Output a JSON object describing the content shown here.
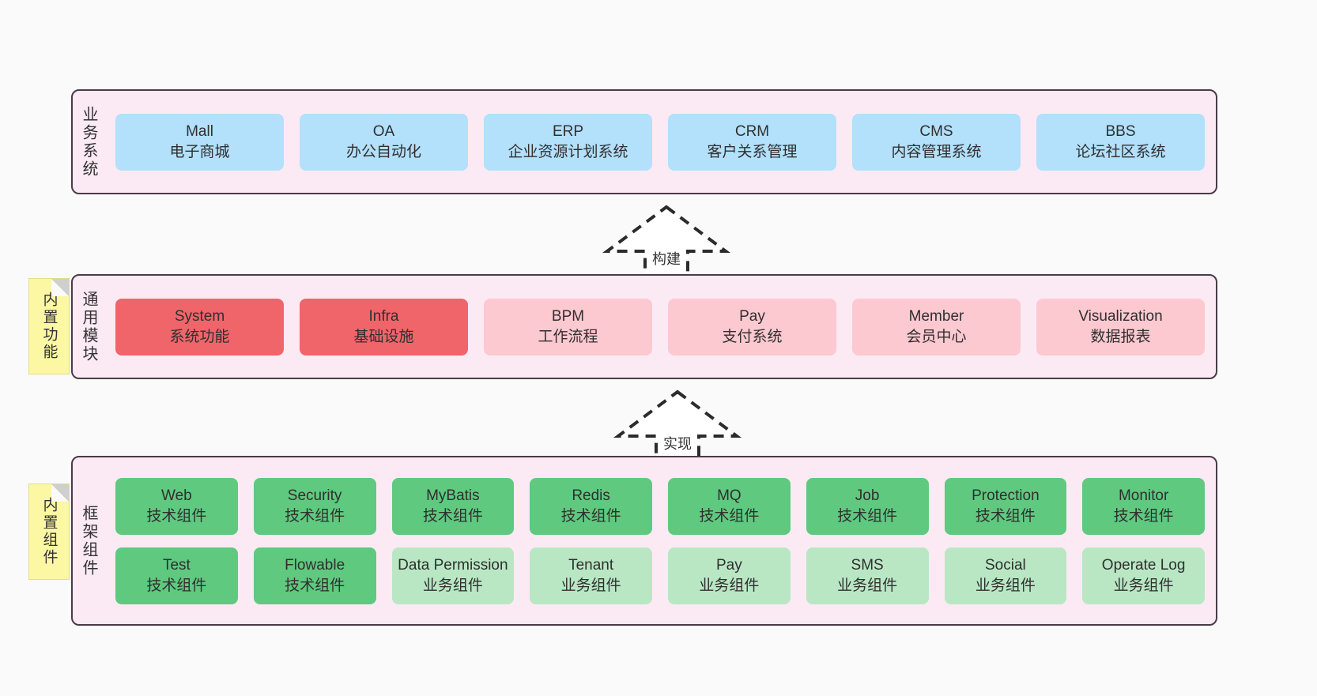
{
  "diagram": {
    "title": "",
    "background": "#fafafa",
    "layers": [
      {
        "key": "business",
        "title": "业务系统",
        "panel_bg": "#fbeaf4",
        "items": [
          {
            "en": "Mall",
            "cn": "电子商城",
            "color": "#b3e0fb"
          },
          {
            "en": "OA",
            "cn": "办公自动化",
            "color": "#b3e0fb"
          },
          {
            "en": "ERP",
            "cn": "企业资源计划系统",
            "color": "#b3e0fb"
          },
          {
            "en": "CRM",
            "cn": "客户关系管理",
            "color": "#b3e0fb"
          },
          {
            "en": "CMS",
            "cn": "内容管理系统",
            "color": "#b3e0fb"
          },
          {
            "en": "BBS",
            "cn": "论坛社区系统",
            "color": "#b3e0fb"
          }
        ]
      },
      {
        "key": "common",
        "title": "通用模块",
        "panel_bg": "#fbeaf4",
        "note": "内置功能",
        "items": [
          {
            "en": "System",
            "cn": "系统功能",
            "color": "#f0656a"
          },
          {
            "en": "Infra",
            "cn": "基础设施",
            "color": "#f0656a"
          },
          {
            "en": "BPM",
            "cn": "工作流程",
            "color": "#fcc9d1"
          },
          {
            "en": "Pay",
            "cn": "支付系统",
            "color": "#fcc9d1"
          },
          {
            "en": "Member",
            "cn": "会员中心",
            "color": "#fcc9d1"
          },
          {
            "en": "Visualization",
            "cn": "数据报表",
            "color": "#fcc9d1"
          }
        ]
      },
      {
        "key": "framework",
        "title": "框架组件",
        "panel_bg": "#fbeaf4",
        "note": "内置组件",
        "row1": [
          {
            "en": "Web",
            "cn": "技术组件",
            "color": "#5fc97f"
          },
          {
            "en": "Security",
            "cn": "技术组件",
            "color": "#5fc97f"
          },
          {
            "en": "MyBatis",
            "cn": "技术组件",
            "color": "#5fc97f"
          },
          {
            "en": "Redis",
            "cn": "技术组件",
            "color": "#5fc97f"
          },
          {
            "en": "MQ",
            "cn": "技术组件",
            "color": "#5fc97f"
          },
          {
            "en": "Job",
            "cn": "技术组件",
            "color": "#5fc97f"
          },
          {
            "en": "Protection",
            "cn": "技术组件",
            "color": "#5fc97f"
          },
          {
            "en": "Monitor",
            "cn": "技术组件",
            "color": "#5fc97f"
          }
        ],
        "row2": [
          {
            "en": "Test",
            "cn": "技术组件",
            "color": "#5fc97f"
          },
          {
            "en": "Flowable",
            "cn": "技术组件",
            "color": "#5fc97f"
          },
          {
            "en": "Data Permission",
            "cn": "业务组件",
            "color": "#b9e7c4"
          },
          {
            "en": "Tenant",
            "cn": "业务组件",
            "color": "#b9e7c4"
          },
          {
            "en": "Pay",
            "cn": "业务组件",
            "color": "#b9e7c4"
          },
          {
            "en": "SMS",
            "cn": "业务组件",
            "color": "#b9e7c4"
          },
          {
            "en": "Social",
            "cn": "业务组件",
            "color": "#b9e7c4"
          },
          {
            "en": "Operate Log",
            "cn": "业务组件",
            "color": "#b9e7c4"
          }
        ]
      }
    ],
    "arrows": [
      {
        "key": "build",
        "label": "构建",
        "style": "dashed-generalization",
        "direction": "up"
      },
      {
        "key": "realize",
        "label": "实现",
        "style": "dashed-generalization",
        "direction": "up"
      }
    ]
  }
}
